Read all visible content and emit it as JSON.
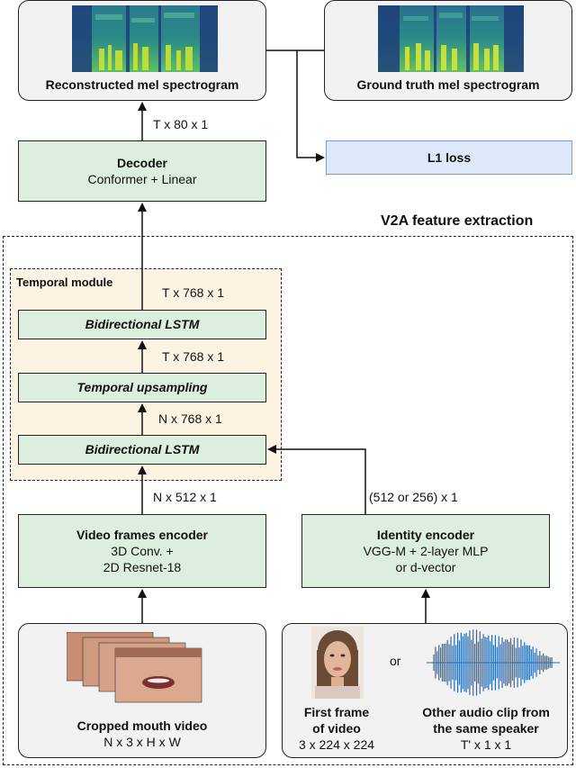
{
  "top": {
    "reconstructed_label": "Reconstructed mel spectrogram",
    "ground_truth_label": "Ground truth mel spectrogram",
    "l1_loss": "L1 loss"
  },
  "decoder": {
    "title": "Decoder",
    "subtitle": "Conformer + Linear",
    "output_dim": "T x 80 x 1"
  },
  "v2a": {
    "title": "V2A feature extraction"
  },
  "temporal": {
    "title": "Temporal module",
    "dim_top": "T x 768 x 1",
    "lstm_top": "Bidirectional LSTM",
    "dim_mid": "T x 768 x 1",
    "upsampling": "Temporal upsampling",
    "dim_low": "N x 768 x 1",
    "lstm_bottom": "Bidirectional LSTM"
  },
  "video_encoder": {
    "dim_out": "N x 512 x 1",
    "title": "Video frames encoder",
    "line1": "3D Conv. +",
    "line2": "2D Resnet-18"
  },
  "identity_encoder": {
    "dim_out": "(512 or 256) x 1",
    "title": "Identity encoder",
    "line1": "VGG-M + 2-layer MLP",
    "line2": "or d-vector"
  },
  "mouth_input": {
    "title": "Cropped mouth video",
    "dims": "N x 3 x H x W"
  },
  "identity_input": {
    "or": "or",
    "frame_title_1": "First frame",
    "frame_title_2": "of video",
    "frame_dims": "3 x 224 x 224",
    "audio_title_1": "Other audio clip from",
    "audio_title_2": "the same speaker",
    "audio_dims": "T' x 1 x 1"
  },
  "colors": {
    "module_green": "#dceedd",
    "loss_blue": "#dde9f8",
    "temporal_bg": "#fdf3e3",
    "waveform": "#2b6cb0"
  }
}
